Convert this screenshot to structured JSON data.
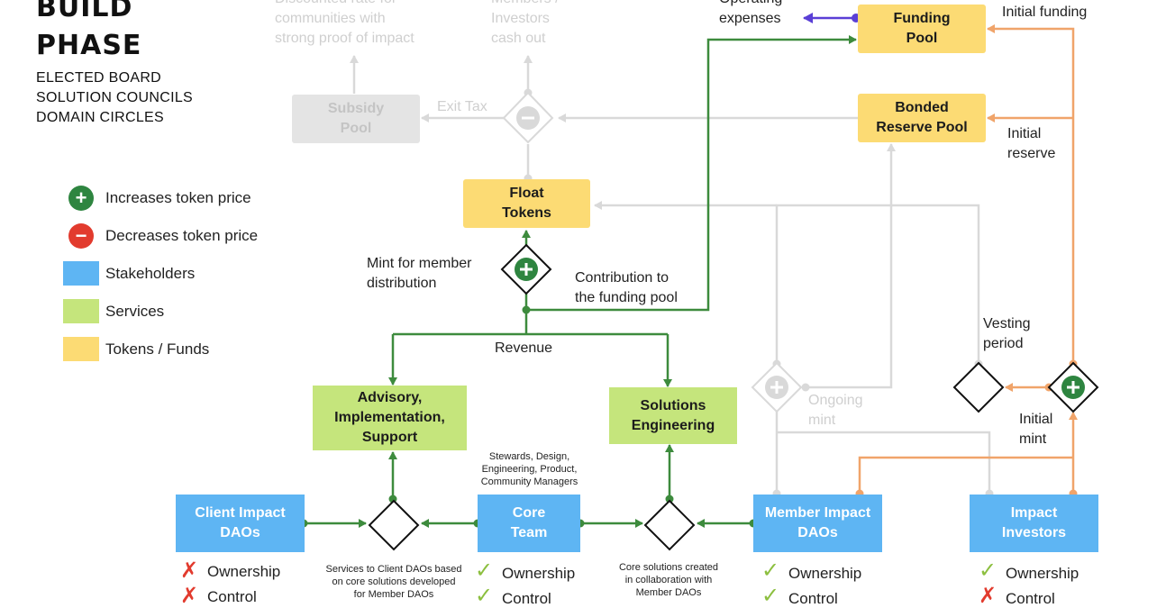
{
  "header": {
    "title_line1": "BUILD",
    "title_line2": "PHASE",
    "subtitles": [
      "ELECTED BOARD",
      "SOLUTION COUNCILS",
      "DOMAIN CIRCLES"
    ]
  },
  "legend": {
    "increase": "Increases token price",
    "decrease": "Decreases token price",
    "stakeholders": "Stakeholders",
    "services": "Services",
    "tokens": "Tokens / Funds"
  },
  "colors": {
    "yellow": "#fcdb74",
    "green_box": "#c5e57c",
    "blue_box": "#5eb5f3",
    "green_line": "#3d8b3d",
    "orange_line": "#f0a46a",
    "purple_line": "#5a3fd6",
    "grey_line": "#d9d9d9",
    "plus_green": "#2e8540",
    "minus_red": "#e23b2e"
  },
  "boxes": {
    "funding_pool": "Funding\nPool",
    "bonded_reserve": "Bonded\nReserve Pool",
    "float_tokens": "Float\nTokens",
    "subsidy_pool": "Subsidy\nPool",
    "advisory": "Advisory,\nImplementation,\nSupport",
    "solutions_engineering": "Solutions\nEngineering",
    "client_daos": "Client Impact\nDAOs",
    "core_team": "Core\nTeam",
    "member_daos": "Member Impact\nDAOs",
    "impact_investors": "Impact\nInvestors"
  },
  "labels": {
    "operating_expenses": "Operating\nexpenses",
    "initial_funding": "Initial funding",
    "initial_reserve": "Initial\nreserve",
    "discounted_rate": "Discounted rate for\ncommunities with\nstrong proof of impact",
    "members_cash_out": "Members /\nInvestors\ncash out",
    "exit_tax": "Exit Tax",
    "mint_member": "Mint for member\ndistribution",
    "contribution": "Contribution to\nthe funding pool",
    "revenue": "Revenue",
    "vesting": "Vesting\nperiod",
    "ongoing_mint": "Ongoing\nmint",
    "initial_mint": "Initial\nmint",
    "core_team_roles": "Stewards, Design,\nEngineering, Product,\nCommunity Managers",
    "services_note": "Services to Client DAOs based\non core solutions developed\nfor Member DAOs",
    "core_solutions_note": "Core solutions created\nin collaboration with\nMember DAOs"
  },
  "rights": {
    "client": [
      {
        "label": "Ownership",
        "has": false
      },
      {
        "label": "Control",
        "has": false
      }
    ],
    "core": [
      {
        "label": "Ownership",
        "has": true
      },
      {
        "label": "Control",
        "has": true
      }
    ],
    "member": [
      {
        "label": "Ownership",
        "has": true
      },
      {
        "label": "Control",
        "has": true
      }
    ],
    "investors": [
      {
        "label": "Ownership",
        "has": true
      },
      {
        "label": "Control",
        "has": false
      }
    ]
  }
}
